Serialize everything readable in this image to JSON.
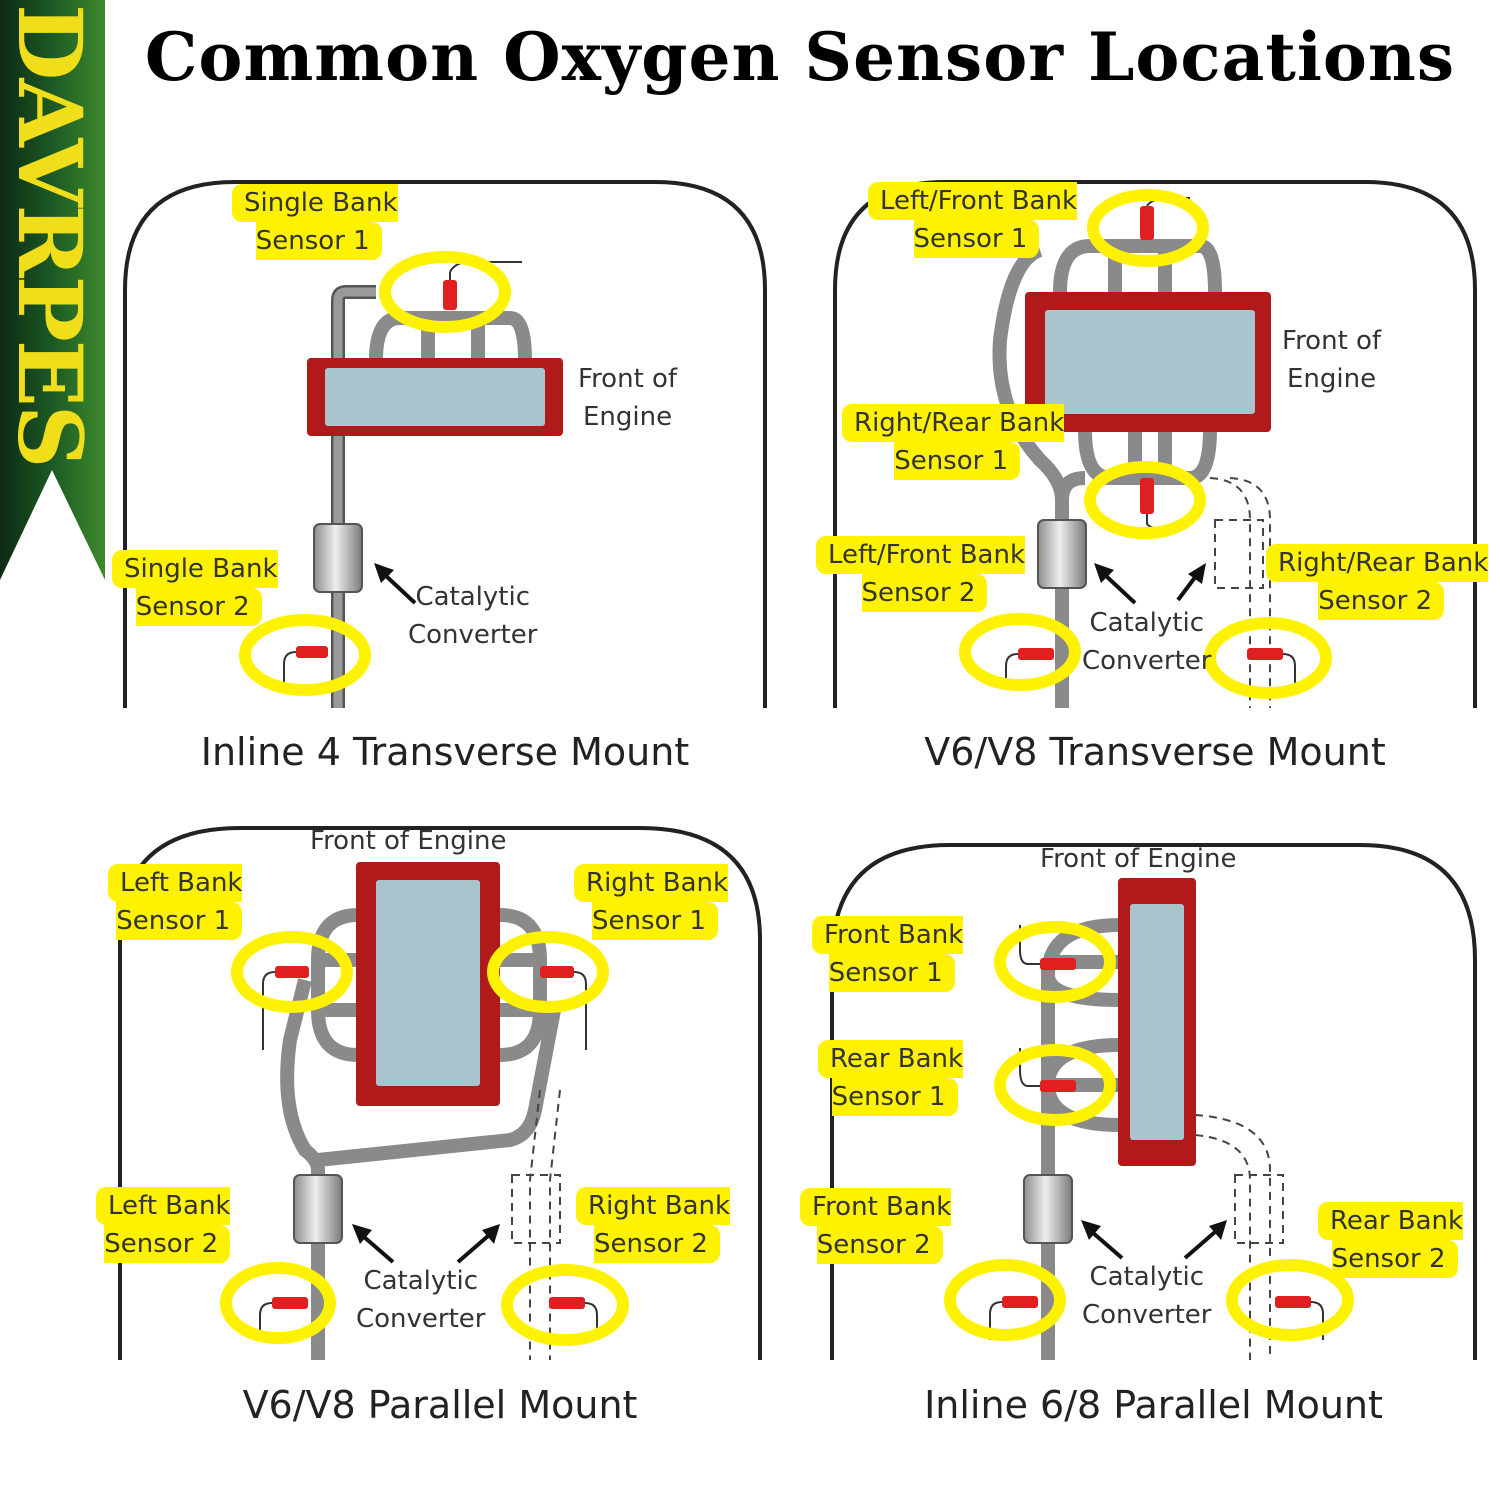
{
  "brand": {
    "name": "DAVRPES",
    "text_color": "#f1de1a",
    "banner_dark": "#0c2a14",
    "banner_light": "#3d8a2c"
  },
  "title": "Common Oxygen Sensor Locations",
  "colors": {
    "highlight": "#fff200",
    "engine_block": "#b01a1a",
    "engine_cover": "#a9c4cc",
    "pipe": "#8a8a8a",
    "sensor": "#e02020",
    "converter": "#c8c8c8"
  },
  "panels": [
    {
      "caption": "Inline 4 Transverse Mount",
      "front_of_engine": "Front of\nEngine",
      "catalytic_converter": "Catalytic\nConverter",
      "sensors": [
        {
          "label": "Single Bank\nSensor 1"
        },
        {
          "label": "Single Bank\nSensor 2"
        }
      ]
    },
    {
      "caption": "V6/V8 Transverse Mount",
      "front_of_engine": "Front of\nEngine",
      "catalytic_converter": "Catalytic\nConverter",
      "sensors": [
        {
          "label": "Left/Front Bank\nSensor 1"
        },
        {
          "label": "Right/Rear Bank\nSensor 1"
        },
        {
          "label": "Left/Front Bank\nSensor 2"
        },
        {
          "label": "Right/Rear Bank\nSensor 2"
        }
      ]
    },
    {
      "caption": "V6/V8 Parallel Mount",
      "front_of_engine": "Front of Engine",
      "catalytic_converter": "Catalytic\nConverter",
      "sensors": [
        {
          "label": "Left Bank\nSensor 1"
        },
        {
          "label": "Right Bank\nSensor 1"
        },
        {
          "label": "Left Bank\nSensor 2"
        },
        {
          "label": "Right Bank\nSensor 2"
        }
      ]
    },
    {
      "caption": "Inline 6/8 Parallel Mount",
      "front_of_engine": "Front of Engine",
      "catalytic_converter": "Catalytic\nConverter",
      "sensors": [
        {
          "label": "Front Bank\nSensor 1"
        },
        {
          "label": "Rear Bank\nSensor 1"
        },
        {
          "label": "Front Bank\nSensor 2"
        },
        {
          "label": "Rear Bank\nSensor 2"
        }
      ]
    }
  ]
}
